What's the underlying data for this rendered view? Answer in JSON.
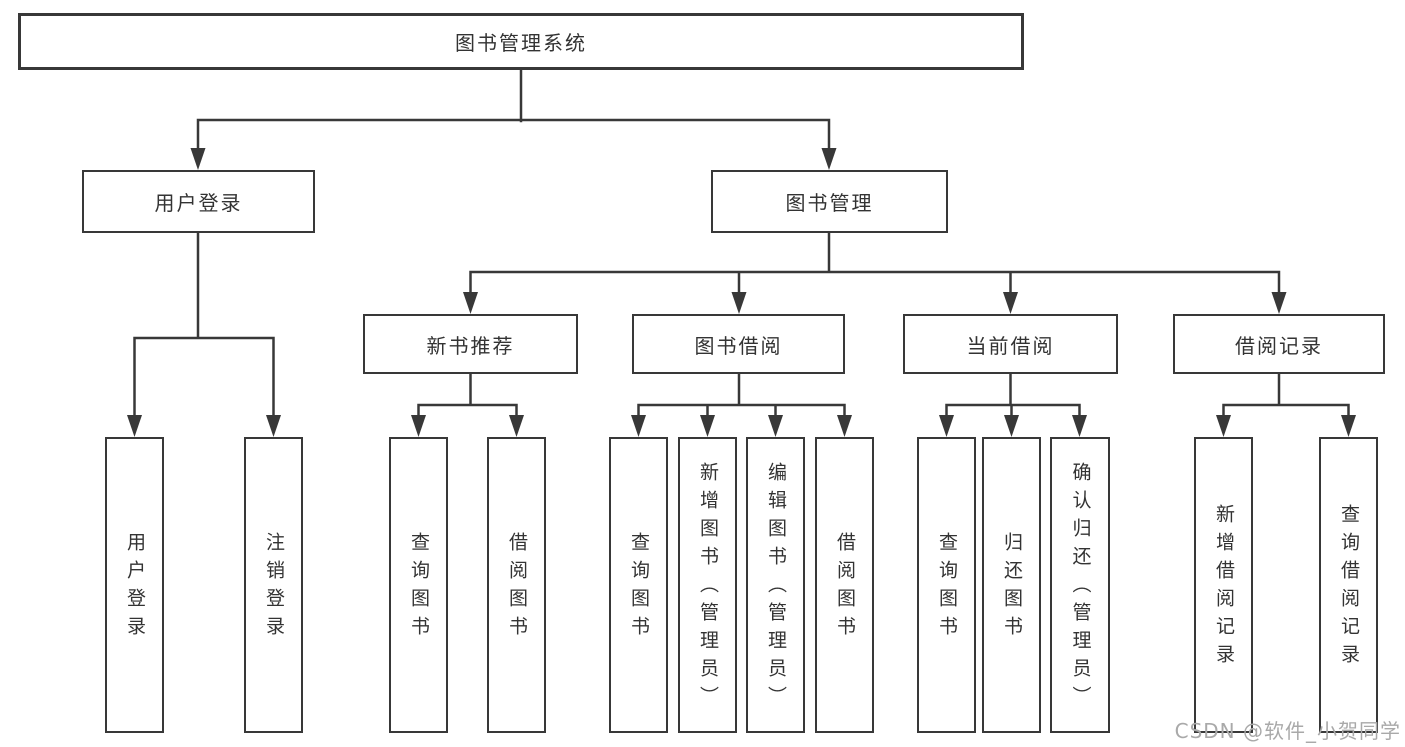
{
  "diagram": {
    "root": {
      "label": "图书管理系统"
    },
    "user_login": {
      "label": "用户登录",
      "children": [
        {
          "label": "用户登录"
        },
        {
          "label": "注销登录"
        }
      ]
    },
    "book_mgmt": {
      "label": "图书管理",
      "children": [
        {
          "label": "新书推荐",
          "children": [
            {
              "label": "查询图书"
            },
            {
              "label": "借阅图书"
            }
          ]
        },
        {
          "label": "图书借阅",
          "children": [
            {
              "label": "查询图书"
            },
            {
              "label": "新增图书（管理员）"
            },
            {
              "label": "编辑图书（管理员）"
            },
            {
              "label": "借阅图书"
            }
          ]
        },
        {
          "label": "当前借阅",
          "children": [
            {
              "label": "查询图书"
            },
            {
              "label": "归还图书"
            },
            {
              "label": "确认归还（管理员）"
            }
          ]
        },
        {
          "label": "借阅记录",
          "children": [
            {
              "label": "新增借阅记录"
            },
            {
              "label": "查询借阅记录"
            }
          ]
        }
      ]
    }
  },
  "watermark": "CSDN @软件_小贺同学",
  "colors": {
    "line": "#383838",
    "text": "#333333",
    "box_background": "#ffffff",
    "watermark": "#a9a9a9"
  }
}
